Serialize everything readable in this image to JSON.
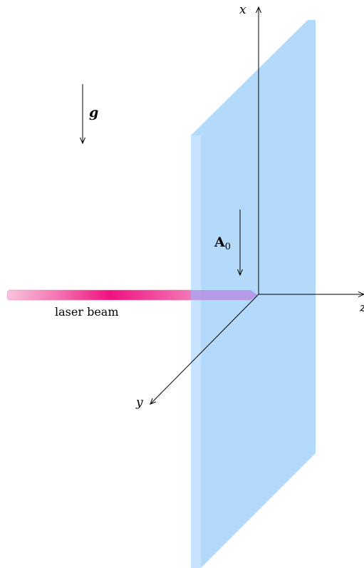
{
  "labels": {
    "axis_x": "x",
    "axis_y": "y",
    "axis_z": "z",
    "gravity": "g",
    "field_symbol": "A",
    "field_subscript": "0",
    "beam": "laser beam"
  },
  "colors": {
    "plate": "#b3d9fb",
    "plate_edge": "#cde6fd",
    "beam_light": "#f7b9d7",
    "beam_dark": "#f0127f",
    "beam_tip": "#c9a8ea",
    "ink": "#000000"
  }
}
